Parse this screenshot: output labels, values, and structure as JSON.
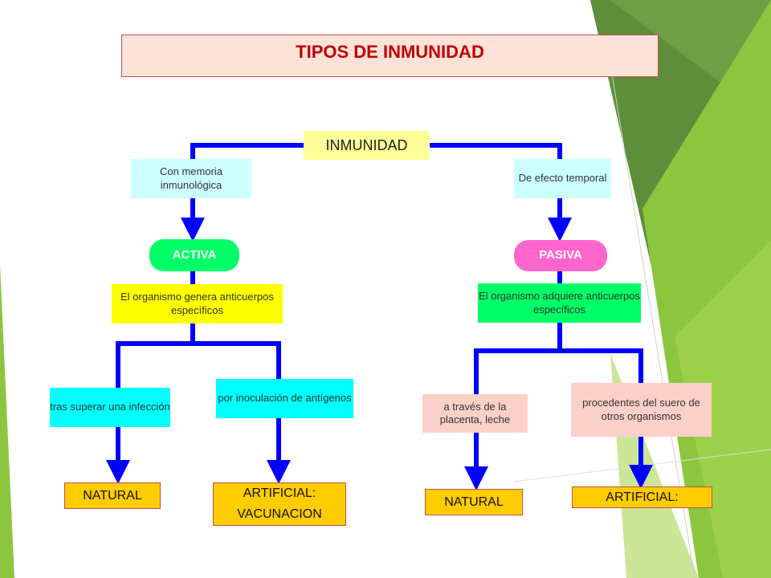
{
  "title": "TIPOS DE INMUNIDAD",
  "root": "INMUNIDAD",
  "colors": {
    "connector": "#0000ff",
    "title_text": "#c00000",
    "activa": "#00ff66",
    "pasiva": "#ff66cc",
    "result": "#ffcc00"
  },
  "left": {
    "condition": "Con memoria inmunológica",
    "type": "ACTIVA",
    "description": "El organismo genera anticuerpos específicos",
    "natural": {
      "cause": "tras superar una infección",
      "result": "NATURAL"
    },
    "artificial": {
      "cause": "por inoculación de antígenos",
      "result_line1": "ARTIFICIAL:",
      "result_line2": "VACUNACION"
    }
  },
  "right": {
    "condition": "De efecto temporal",
    "type": "PASIVA",
    "description": "El organismo adquiere anticuerpos específicos",
    "natural": {
      "cause": "a través de la placenta, leche",
      "result": "NATURAL"
    },
    "artificial": {
      "cause": "procedentes del suero de otros organismos",
      "result": "ARTIFICIAL:"
    }
  }
}
